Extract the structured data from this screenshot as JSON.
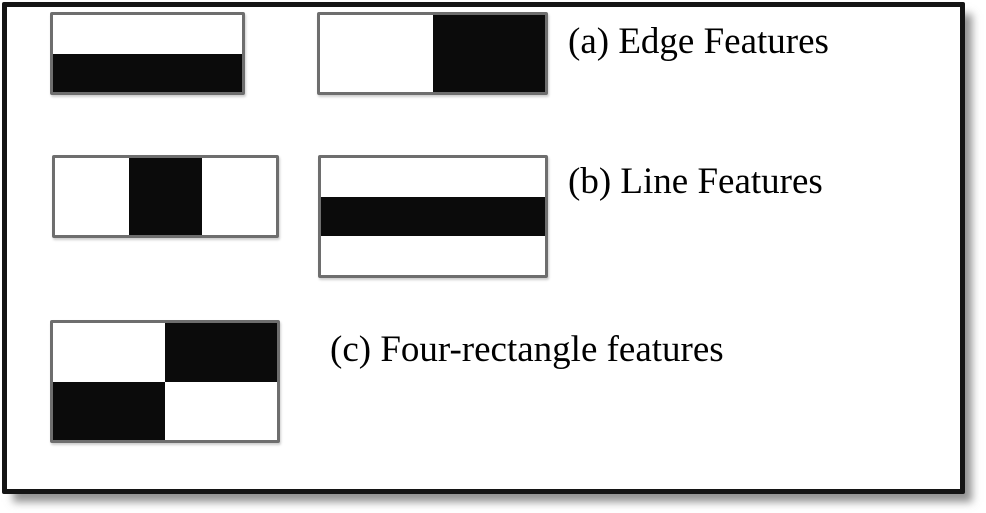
{
  "colors": {
    "black": "#0b0b0b",
    "white": "#ffffff",
    "feature_border": "#6e6e6e",
    "frame_border": "#141414",
    "text": "#000000"
  },
  "captions": [
    {
      "id": "a",
      "text": "(a) Edge Features"
    },
    {
      "id": "b",
      "text": "(b) Line Features"
    },
    {
      "id": "c",
      "text": "(c) Four-rectangle features"
    }
  ],
  "features": [
    {
      "id": "edge-feature-top-white-bottom-black",
      "group": "a",
      "layout": "rows",
      "cells": [
        "white",
        "black"
      ]
    },
    {
      "id": "edge-feature-left-white-right-black",
      "group": "a",
      "layout": "cols",
      "cells": [
        "white",
        "black"
      ]
    },
    {
      "id": "line-feature-vertical-black-bar",
      "group": "b",
      "layout": "cols",
      "cells": [
        "white",
        "black",
        "white"
      ]
    },
    {
      "id": "line-feature-horizontal-black-bar",
      "group": "b",
      "layout": "rows",
      "cells": [
        "white",
        "black",
        "white"
      ]
    },
    {
      "id": "four-rectangle-checkerboard",
      "group": "c",
      "layout": "grid-2x2",
      "cells": [
        "white",
        "black",
        "black",
        "white"
      ]
    }
  ]
}
